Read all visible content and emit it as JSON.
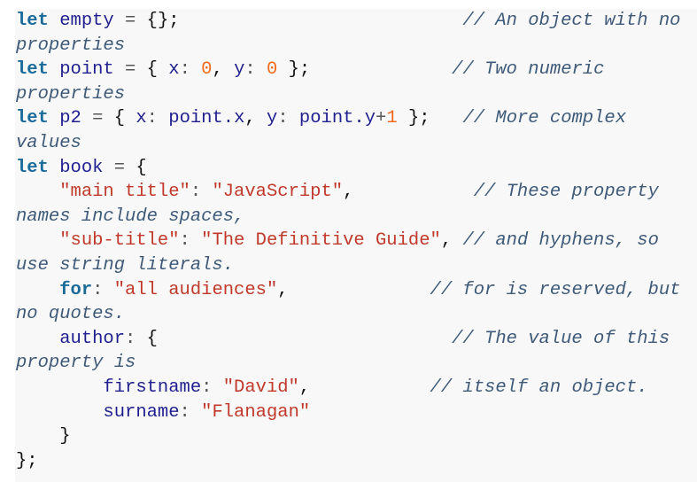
{
  "code_block": {
    "language": "javascript",
    "lines": [
      {
        "tokens": [
          {
            "t": "kw",
            "v": "let"
          },
          {
            "t": "pl",
            "v": " "
          },
          {
            "t": "id",
            "v": "empty"
          },
          {
            "t": "op",
            "v": " = "
          },
          {
            "t": "pl",
            "v": "{};"
          }
        ],
        "pad": "                          ",
        "comment": "// An object with no properties"
      },
      {
        "tokens": [
          {
            "t": "kw",
            "v": "let"
          },
          {
            "t": "pl",
            "v": " "
          },
          {
            "t": "id",
            "v": "point"
          },
          {
            "t": "op",
            "v": " = "
          },
          {
            "t": "pl",
            "v": "{ "
          },
          {
            "t": "id",
            "v": "x"
          },
          {
            "t": "op",
            "v": ": "
          },
          {
            "t": "num",
            "v": "0"
          },
          {
            "t": "pl",
            "v": ", "
          },
          {
            "t": "id",
            "v": "y"
          },
          {
            "t": "op",
            "v": ": "
          },
          {
            "t": "num",
            "v": "0"
          },
          {
            "t": "pl",
            "v": " };"
          }
        ],
        "pad": "             ",
        "comment": "// Two numeric properties"
      },
      {
        "tokens": [
          {
            "t": "kw",
            "v": "let"
          },
          {
            "t": "pl",
            "v": " "
          },
          {
            "t": "id",
            "v": "p2"
          },
          {
            "t": "op",
            "v": " = "
          },
          {
            "t": "pl",
            "v": "{ "
          },
          {
            "t": "id",
            "v": "x"
          },
          {
            "t": "op",
            "v": ": "
          },
          {
            "t": "id",
            "v": "point.x"
          },
          {
            "t": "pl",
            "v": ", "
          },
          {
            "t": "id",
            "v": "y"
          },
          {
            "t": "op",
            "v": ": "
          },
          {
            "t": "id",
            "v": "point.y"
          },
          {
            "t": "op",
            "v": "+"
          },
          {
            "t": "num",
            "v": "1"
          },
          {
            "t": "pl",
            "v": " };"
          }
        ],
        "pad": "   ",
        "comment": "// More complex values"
      },
      {
        "tokens": [
          {
            "t": "kw",
            "v": "let"
          },
          {
            "t": "pl",
            "v": " "
          },
          {
            "t": "id",
            "v": "book"
          },
          {
            "t": "op",
            "v": " = "
          },
          {
            "t": "pl",
            "v": "{"
          }
        ],
        "pad": "",
        "comment": ""
      },
      {
        "tokens": [
          {
            "t": "pl",
            "v": "    "
          },
          {
            "t": "str",
            "v": "\"main title\""
          },
          {
            "t": "op",
            "v": ": "
          },
          {
            "t": "str",
            "v": "\"JavaScript\""
          },
          {
            "t": "pl",
            "v": ","
          }
        ],
        "pad": "           ",
        "comment": "// These property names include spaces,"
      },
      {
        "tokens": [
          {
            "t": "pl",
            "v": "    "
          },
          {
            "t": "str",
            "v": "\"sub-title\""
          },
          {
            "t": "op",
            "v": ": "
          },
          {
            "t": "str",
            "v": "\"The Definitive Guide\""
          },
          {
            "t": "pl",
            "v": ","
          }
        ],
        "pad": " ",
        "comment": "// and hyphens, so use string literals."
      },
      {
        "tokens": [
          {
            "t": "pl",
            "v": "    "
          },
          {
            "t": "kw",
            "v": "for"
          },
          {
            "t": "op",
            "v": ": "
          },
          {
            "t": "str",
            "v": "\"all audiences\""
          },
          {
            "t": "pl",
            "v": ","
          }
        ],
        "pad": "             ",
        "comment": "// for is reserved, but no quotes."
      },
      {
        "tokens": [
          {
            "t": "pl",
            "v": "    "
          },
          {
            "t": "id",
            "v": "author"
          },
          {
            "t": "op",
            "v": ": "
          },
          {
            "t": "pl",
            "v": "{"
          }
        ],
        "pad": "                           ",
        "comment": "// The value of this property is"
      },
      {
        "tokens": [
          {
            "t": "pl",
            "v": "        "
          },
          {
            "t": "id",
            "v": "firstname"
          },
          {
            "t": "op",
            "v": ": "
          },
          {
            "t": "str",
            "v": "\"David\""
          },
          {
            "t": "pl",
            "v": ","
          }
        ],
        "pad": "           ",
        "comment": "// itself an object."
      },
      {
        "tokens": [
          {
            "t": "pl",
            "v": "        "
          },
          {
            "t": "id",
            "v": "surname"
          },
          {
            "t": "op",
            "v": ": "
          },
          {
            "t": "str",
            "v": "\"Flanagan\""
          }
        ],
        "pad": "",
        "comment": ""
      },
      {
        "tokens": [
          {
            "t": "pl",
            "v": "    }"
          }
        ],
        "pad": "",
        "comment": ""
      },
      {
        "tokens": [
          {
            "t": "pl",
            "v": "};"
          }
        ],
        "pad": "",
        "comment": ""
      }
    ]
  },
  "colors": {
    "background": "#f8f8f8",
    "keyword": "#1a6a9a",
    "identifier": "#1f1f8f",
    "number": "#f26a1b",
    "string": "#c0392b",
    "comment": "#3e5a78"
  }
}
